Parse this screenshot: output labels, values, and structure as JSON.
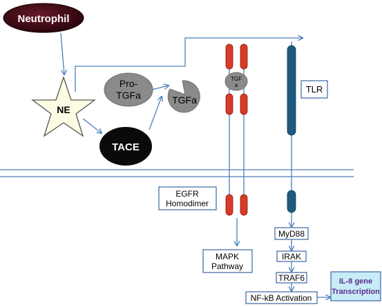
{
  "nodes": {
    "neutrophil": "Neutrophil",
    "ne": "NE",
    "pro_tgfa_line1": "Pro-",
    "pro_tgfa_line2": "TGFa",
    "tgfa": "TGFa",
    "tace": "TACE",
    "tgfa_bound_line1": "TGF",
    "tgfa_bound_line2": "a",
    "tlr": "TLR",
    "egfr_line1": "EGFR",
    "egfr_line2": "Homodimer",
    "mapk_line1": "MAPK",
    "mapk_line2": "Pathway",
    "myd88": "MyD88",
    "irak": "IRAK",
    "traf6": "TRAF6",
    "nfkb": "NF-kB Activation",
    "il8_line1": "IL-8 gene",
    "il8_line2": "Transcription"
  },
  "colors": {
    "arrow": "#4a7ebb",
    "neutrophil_fill": "#3d0a14",
    "star_fill": "#fdfbe3",
    "grey_shape": "#8a8a8a",
    "tace_fill": "#0a0a0a",
    "receptor_red": "#d93a25",
    "tlr_blue": "#1e5a80",
    "box_border": "#3a66a0",
    "il8_fill": "#c7ecf7",
    "il8_text": "#5c2a8c"
  }
}
